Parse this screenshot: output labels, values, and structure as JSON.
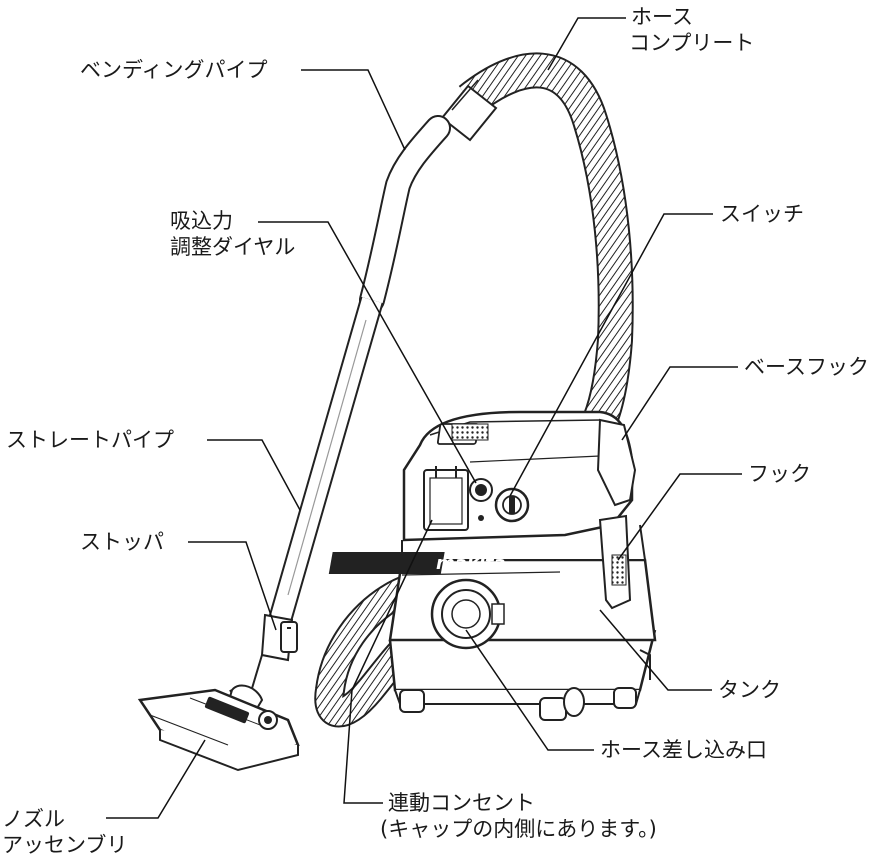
{
  "labels": {
    "bending_pipe": "ベンディングパイプ",
    "hose_complete": [
      "ホース",
      "コンプリート"
    ],
    "suction_dial": [
      "吸込力",
      "調整ダイヤル"
    ],
    "switch": "スイッチ",
    "base_hook": "ベースフック",
    "straight_pipe": "ストレートパイプ",
    "hook": "フック",
    "stopper": "ストッパ",
    "tank": "タンク",
    "hose_inlet": "ホース差し込み口",
    "linked_outlet": [
      "連動コンセント",
      "(キャップの内側にあります。)"
    ],
    "nozzle_assembly": [
      "ノズル",
      "アッセンブリ"
    ]
  },
  "brand": "makita"
}
